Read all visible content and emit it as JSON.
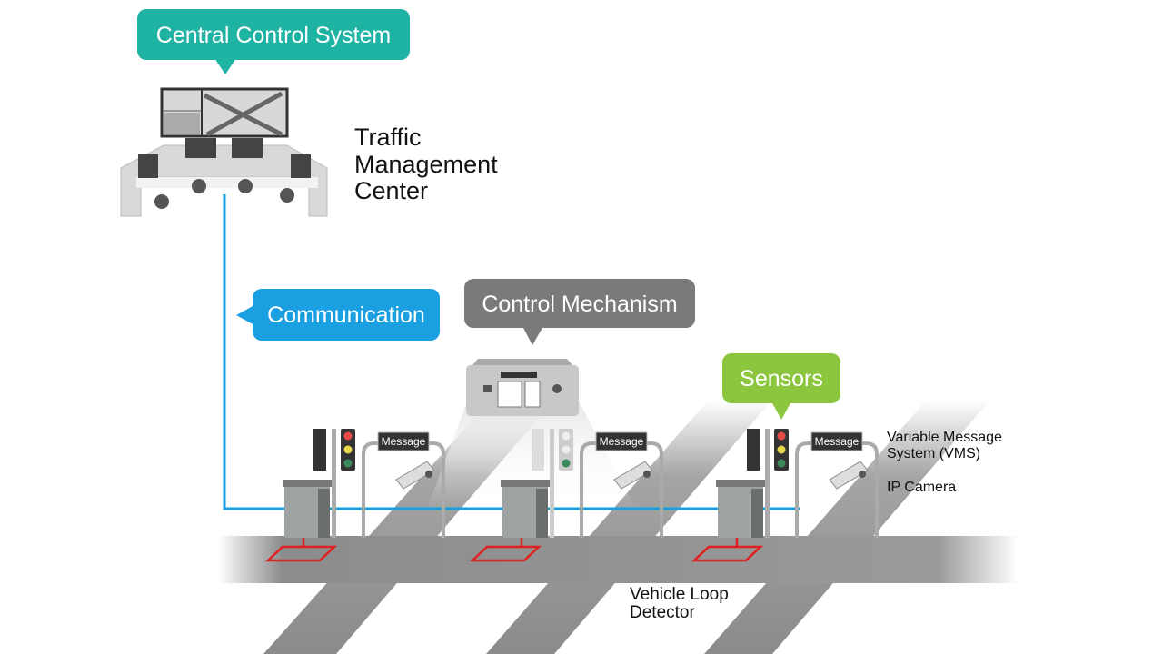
{
  "bubbles": {
    "central": {
      "label": "Central Control System",
      "color": "#1fb3a3"
    },
    "communication": {
      "label": "Communication",
      "color": "#1a9fe0"
    },
    "control": {
      "label": "Control Mechanism",
      "color": "#7a7a7a"
    },
    "sensors": {
      "label": "Sensors",
      "color": "#8cc63f"
    }
  },
  "tmc": {
    "line1": "Traffic",
    "line2": "Management",
    "line3": "Center"
  },
  "stations": [
    {
      "sign": "Message"
    },
    {
      "sign": "Message"
    },
    {
      "sign": "Message"
    }
  ],
  "labels": {
    "vms1": "Variable Message",
    "vms2": "System (VMS)",
    "camera": "IP Camera",
    "loop1": "Vehicle Loop",
    "loop2": "Detector"
  },
  "colors": {
    "network_line": "#1a9fe0",
    "loop_detector": "#e02020",
    "road": "#8a8a8a"
  }
}
